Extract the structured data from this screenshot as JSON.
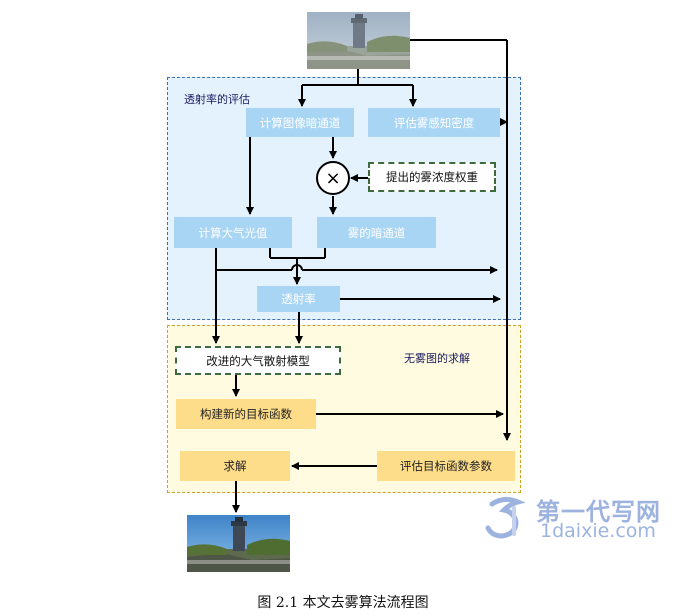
{
  "regions": {
    "transmission": "透射率的评估",
    "solve": "无雾图的求解"
  },
  "boxes": {
    "dark_channel": "计算图像暗通道",
    "fog_density": "评估雾感知密度",
    "fog_weight": "提出的雾浓度权重",
    "atmos_light": "计算大气光值",
    "fog_dark": "雾的暗通道",
    "transmission": "透射率",
    "scatter_model": "改进的大气散射模型",
    "objective": "构建新的目标函数",
    "solve": "求解",
    "params": "评估目标函数参数"
  },
  "multiply_symbol": "×",
  "caption": "图 2.1  本文去雾算法流程图",
  "watermark": {
    "title": "第一代写网",
    "url": "1daixie.com"
  },
  "colors": {
    "blue_region": "#e3f2fd",
    "blue_box": "#a9d5f5",
    "yellow_region": "#fffbe0",
    "yellow_box": "#fddc8a",
    "green_dash": "#3d6b3d"
  }
}
